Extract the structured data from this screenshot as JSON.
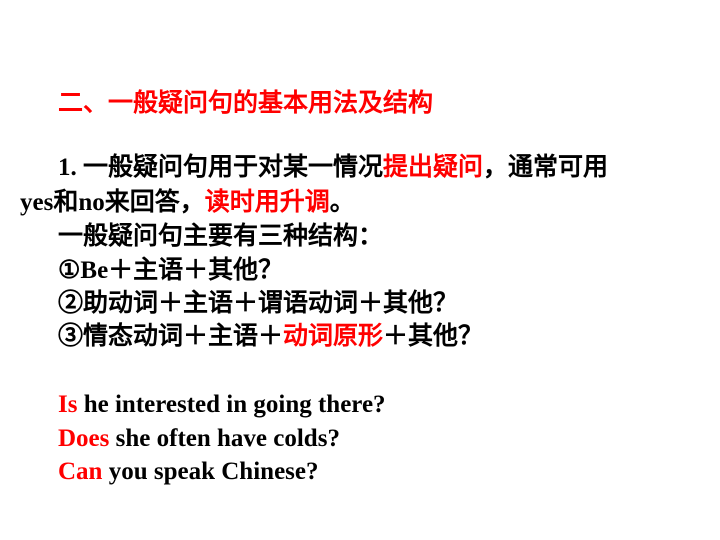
{
  "slide": {
    "heading": "二、一般疑问句的基本用法及结构",
    "para1": {
      "line1_prefix": "1. 一般疑问句用于对某一情况",
      "line1_highlight": "提出疑问",
      "line1_suffix": "，通常可用",
      "line2_prefix": "yes和no来回答，",
      "line2_highlight": "读时用升调",
      "line2_suffix": "。"
    },
    "intro": "一般疑问句主要有三种结构：",
    "structures": [
      {
        "text": "①Be＋主语＋其他？"
      },
      {
        "text": "②助动词＋主语＋谓语动词＋其他？"
      },
      {
        "prefix": "③情态动词＋主语＋",
        "highlight": "动词原形",
        "suffix": "＋其他？"
      }
    ],
    "examples": [
      {
        "keyword": "Is",
        "rest": " he interested in going there?"
      },
      {
        "keyword": "Does",
        "rest": " she often have colds?"
      },
      {
        "keyword": "Can",
        "rest": " you speak Chinese?"
      }
    ]
  },
  "colors": {
    "highlight": "#ff0000",
    "text": "#000000",
    "background": "#ffffff"
  }
}
